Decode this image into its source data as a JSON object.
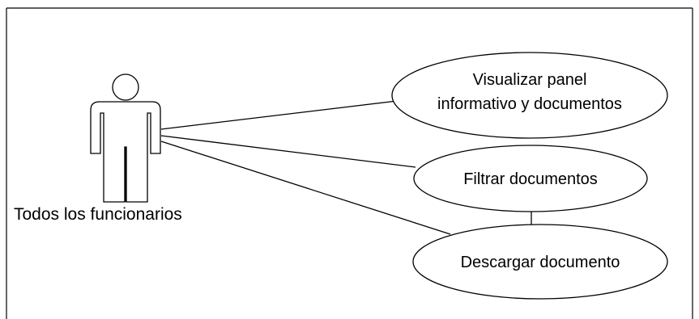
{
  "diagram": {
    "actor": {
      "name": "Todos los funcionarios"
    },
    "use_cases": [
      {
        "id": "uc-visualizar",
        "lines": [
          "Visualizar panel",
          "informativo y documentos"
        ]
      },
      {
        "id": "uc-filtrar",
        "lines": [
          "Filtrar documentos"
        ]
      },
      {
        "id": "uc-descargar",
        "lines": [
          "Descargar documento"
        ]
      }
    ],
    "associations": [
      {
        "from": "actor",
        "to": "uc-visualizar"
      },
      {
        "from": "actor",
        "to": "uc-filtrar"
      },
      {
        "from": "actor",
        "to": "uc-descargar"
      },
      {
        "from": "uc-filtrar",
        "to": "uc-descargar"
      }
    ],
    "colors": {
      "stroke": "#000000",
      "fill": "#ffffff"
    }
  }
}
